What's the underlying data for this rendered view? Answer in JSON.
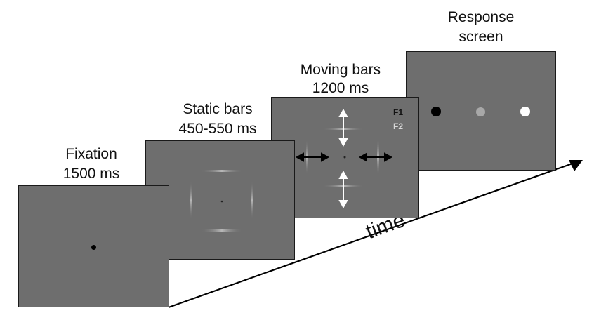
{
  "stages": [
    {
      "title": "Fixation",
      "duration": "1500 ms"
    },
    {
      "title": "Static bars",
      "duration": "450-550 ms"
    },
    {
      "title": "Moving bars",
      "duration": "1200 ms"
    },
    {
      "title": "Response",
      "duration": "screen"
    }
  ],
  "moving_labels": {
    "f1": "F1",
    "f2": "F2"
  },
  "timeline_label": "time",
  "colors": {
    "screen": "#6e6e6e",
    "f1_label": "#111111",
    "f2_label": "#d9d9d9",
    "response_dots": [
      "#000000",
      "#a8a8a8",
      "#ffffff"
    ]
  }
}
